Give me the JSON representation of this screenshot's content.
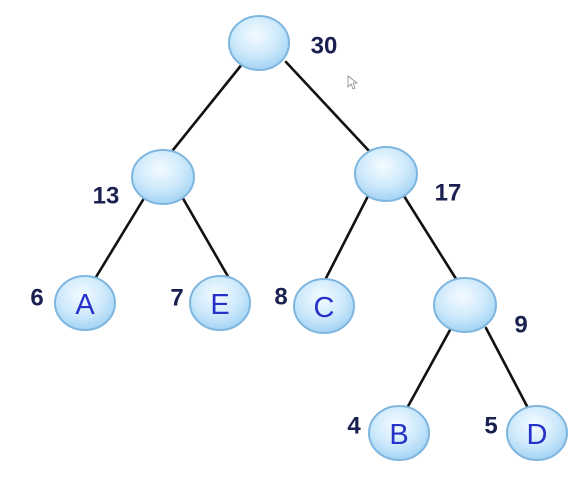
{
  "tree": {
    "nodes": [
      {
        "id": "root",
        "label": "",
        "weight": "30"
      },
      {
        "id": "n13",
        "label": "",
        "weight": "13"
      },
      {
        "id": "n17",
        "label": "",
        "weight": "17"
      },
      {
        "id": "leaf-a",
        "label": "A",
        "weight": "6"
      },
      {
        "id": "leaf-e",
        "label": "E",
        "weight": "7"
      },
      {
        "id": "leaf-c",
        "label": "C",
        "weight": "8"
      },
      {
        "id": "n9",
        "label": "",
        "weight": "9"
      },
      {
        "id": "leaf-b",
        "label": "B",
        "weight": "4"
      },
      {
        "id": "leaf-d",
        "label": "D",
        "weight": "5"
      }
    ],
    "edges": [
      [
        "root",
        "n13"
      ],
      [
        "root",
        "n17"
      ],
      [
        "n13",
        "leaf-a"
      ],
      [
        "n13",
        "leaf-e"
      ],
      [
        "n17",
        "leaf-c"
      ],
      [
        "n17",
        "n9"
      ],
      [
        "n9",
        "leaf-b"
      ],
      [
        "n9",
        "leaf-d"
      ]
    ]
  },
  "colors": {
    "node_fill_top": "#eef8ff",
    "node_fill_bottom": "#a9d7f5",
    "node_stroke": "#7fb6df",
    "letter": "#2631c9",
    "weight_text": "#1a2050",
    "edge": "#111111"
  }
}
